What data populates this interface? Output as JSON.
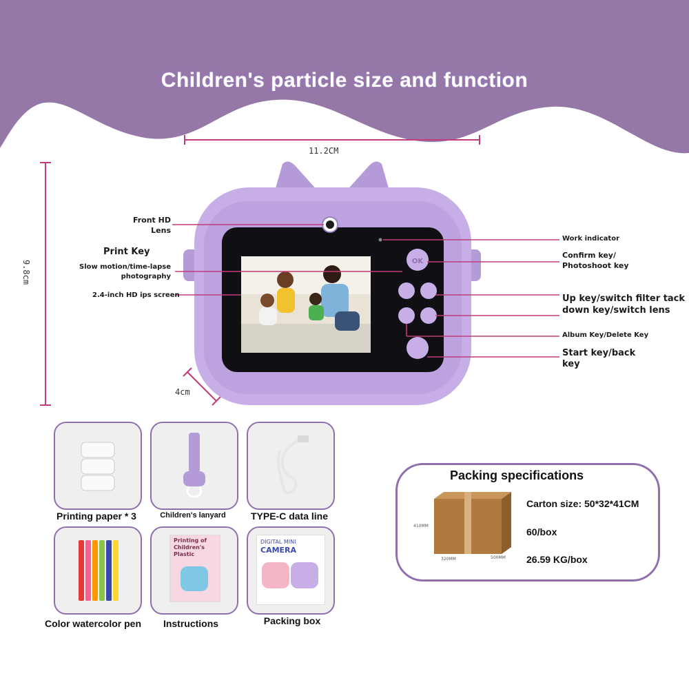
{
  "title": "Children's particle size and function",
  "dimensions": {
    "width": "11.2CM",
    "height": "9.8cm",
    "depth": "4cm"
  },
  "labels_left": {
    "front_lens": "Front HD Lens",
    "print_key": "Print Key",
    "slow_motion": "Slow motion/time-lapse photography",
    "screen": "2.4-inch HD ips screen"
  },
  "labels_right": {
    "work_indicator": "Work indicator",
    "confirm": "Confirm key/ Photoshoot key",
    "up_key": "Up key/switch filter tack",
    "down_key": "down key/switch lens",
    "album": "Album Key/Delete Key",
    "start": "Start key/back key"
  },
  "camera_buttons": {
    "ok": "OK"
  },
  "accessories": [
    {
      "caption": "Printing paper * 3",
      "icon": "paper-rolls-icon"
    },
    {
      "caption": "Children's lanyard",
      "icon": "lanyard-icon"
    },
    {
      "caption": "TYPE-C data line",
      "icon": "usb-cable-icon"
    },
    {
      "caption": "Color watercolor pen",
      "icon": "markers-icon"
    },
    {
      "caption": "Instructions",
      "icon": "manual-icon",
      "inner_text": "Printing of Children's Plastic"
    },
    {
      "caption": "Packing box",
      "icon": "package-icon",
      "inner_text_1": "DIGITAL MINI",
      "inner_text_2": "CAMERA"
    }
  ],
  "packing": {
    "heading": "Packing specifications",
    "carton": "Carton size: 50*32*41CM",
    "per_box": "60/box",
    "weight": "26.59 KG/box",
    "box_h": "410MM",
    "box_w": "320MM",
    "box_d": "500MM"
  },
  "colors": {
    "accent": "#8f6fae",
    "camera_purple": "#c7aee6",
    "line_pink": "#c23b7a"
  }
}
